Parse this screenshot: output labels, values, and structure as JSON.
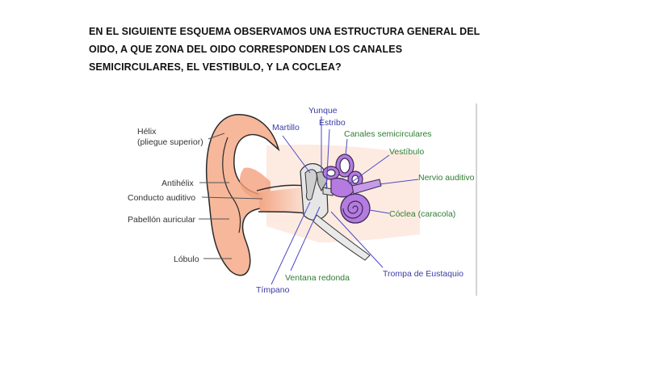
{
  "question": {
    "line1": "EN EL SIGUIENTE ESQUEMA OBSERVAMOS UNA ESTRUCTURA GENERAL DEL",
    "line2": "OIDO, A QUE ZONA DEL OIDO CORRESPONDEN LOS CANALES",
    "line3": "SEMICIRCULARES, EL VESTIBULO, Y LA COCLEA?"
  },
  "labels": {
    "helix_1": "Hélix",
    "helix_2": "(pliegue superior)",
    "antihelix": "Antihélix",
    "conducto": "Conducto auditivo",
    "pabellon": "Pabellón auricular",
    "lobulo": "Lóbulo",
    "yunque": "Yunque",
    "martillo": "Martillo",
    "estribo": "Estribo",
    "canales": "Canales semicirculares",
    "vestibulo": "Vestíbulo",
    "nervio": "Nervio auditivo",
    "coclea": "Cóclea (caracola)",
    "trompa": "Trompa de Eustaquio",
    "ventana": "Ventana redonda",
    "timpano": "Tímpano"
  },
  "colors": {
    "skin": "#f6b79a",
    "cartilage": "#f4a07e",
    "inner_ear": "#b57be0",
    "leader_dark": "#555555",
    "leader_blue": "#4a4ac8",
    "label_green": "#2e7d32"
  }
}
